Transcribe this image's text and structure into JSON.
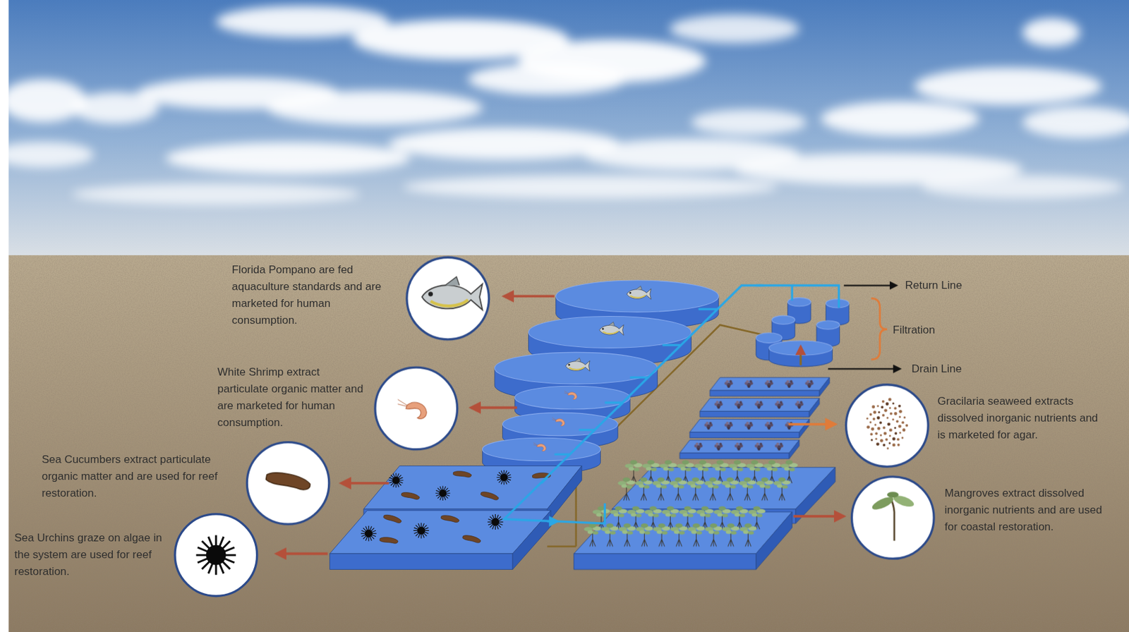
{
  "diagram": {
    "labels": [
      "Florida Pompano are fed aquaculture standards and are marketed for human consumption.",
      "White Shrimp extract particulate organic matter and are marketed for human consumption.",
      "Sea Cucumbers extract particulate organic matter and are used for reef restoration.",
      "Sea Urchins graze on algae in the system are used for reef restoration.",
      "Return Line",
      "Filtration",
      "Drain Line",
      "Gracilaria seaweed extracts dissolved inorganic nutrients and is marketed for agar.",
      "Mangroves extract dissolved inorganic nutrients and are used for coastal restoration."
    ]
  }
}
